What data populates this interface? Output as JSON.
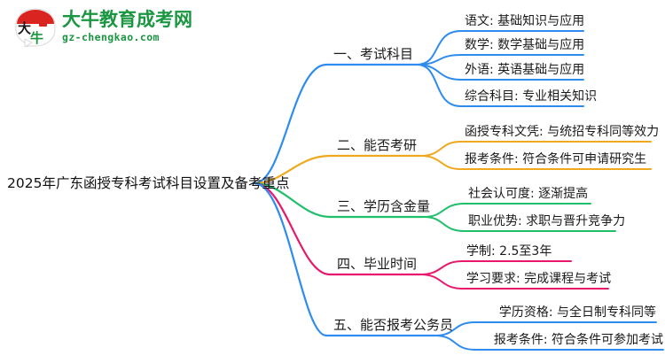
{
  "logo": {
    "mark_alt": "daniu-logo-icon",
    "cn_name": "大牛教育成考网",
    "domain": "gz-chengkao.com",
    "brand_green": "#1a9641",
    "brand_red": "#d9241f"
  },
  "mindmap": {
    "root": "2025年广东函授专科考试科目设置及备考重点",
    "branches": [
      {
        "label": "一、考试科目",
        "color": "#2E8BF0",
        "leaves": [
          "语文: 基础知识与应用",
          "数学: 数学基础与应用",
          "外语: 英语基础与应用",
          "综合科目: 专业相关知识"
        ]
      },
      {
        "label": "二、能否考研",
        "color": "#F0A81E",
        "leaves": [
          "函授专科文凭: 与统招专科同等效力",
          "报考条件: 符合条件可申请研究生"
        ]
      },
      {
        "label": "三、学历含金量",
        "color": "#1FBF6B",
        "leaves": [
          "社会认可度: 逐渐提高",
          "职业优势: 求职与晋升竞争力"
        ]
      },
      {
        "label": "四、毕业时间",
        "color": "#E8176B",
        "leaves": [
          "学制: 2.5至3年",
          "学习要求: 完成课程与考试"
        ]
      },
      {
        "label": "五、能否报考公务员",
        "color": "#2E8BF0",
        "leaves": [
          "学历资格: 与全日制专科同等",
          "报考条件: 符合条件可参加考试"
        ]
      }
    ]
  }
}
